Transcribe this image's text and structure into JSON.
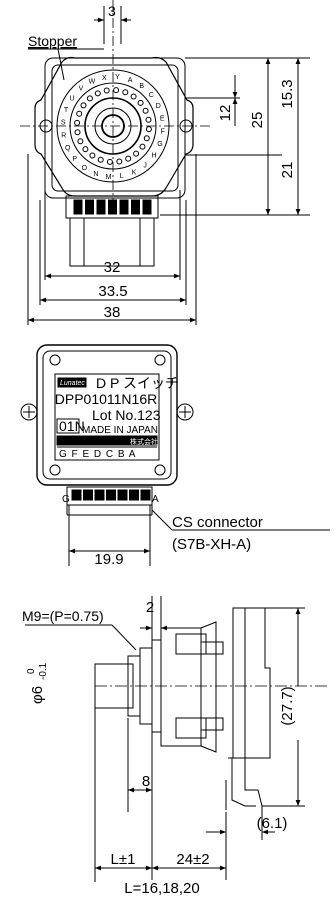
{
  "top_view": {
    "dim_top": "3",
    "stopper_label": "Stopper",
    "dim_12": "12",
    "dim_25": "25",
    "dim_15_3": "15.3",
    "dim_21": "21",
    "dim_32": "32",
    "dim_33_5": "33.5",
    "dim_38": "38",
    "dial_letters": [
      "A",
      "B",
      "C",
      "D",
      "E",
      "F",
      "G",
      "H",
      "J",
      "K",
      "L",
      "M",
      "N",
      "O",
      "P",
      "Q",
      "R",
      "S",
      "T",
      "U",
      "V",
      "W",
      "X",
      "Y"
    ]
  },
  "front_view": {
    "logo_text": "Lunatec",
    "title_line": "D P スイッチ",
    "model": "DPP01011N16R",
    "lot": "Lot No.123",
    "code": "01N",
    "made_in": "MADE IN JAPAN",
    "maker_line": "株式会社",
    "pin_labels": "G F E D   C B A",
    "pin_left": "G",
    "pin_right": "A",
    "dim_19_9": "19.9",
    "connector_label": "CS connector",
    "connector_part": "(S7B-XH-A)"
  },
  "side_view": {
    "dim_2": "2",
    "thread_label": "M9=(P=0.75)",
    "shaft_dia": "φ6",
    "shaft_tol_upper": "0",
    "shaft_tol_lower": "-0.1",
    "dim_27_7": "(27.7)",
    "dim_8": "8",
    "dim_6_1": "(6.1)",
    "dim_L": "L±1",
    "dim_24": "24±2",
    "L_values": "L=16,18,20"
  }
}
